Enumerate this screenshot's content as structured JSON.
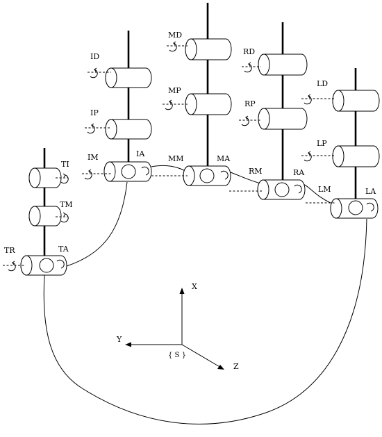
{
  "joints": {
    "ID": "ID",
    "IP": "IP",
    "IM": "IM",
    "IA": "IA",
    "MD": "MD",
    "MP": "MP",
    "MM": "MM",
    "MA": "MA",
    "RD": "RD",
    "RP": "RP",
    "RM": "RM",
    "RA": "RA",
    "LD": "LD",
    "LP": "LP",
    "LM": "LM",
    "LA": "LA",
    "TI": "TI",
    "TM": "TM",
    "TR": "TR",
    "TA": "TA"
  },
  "axes": {
    "x": "X",
    "y": "Y",
    "z": "Z",
    "frame": "{ S }"
  }
}
